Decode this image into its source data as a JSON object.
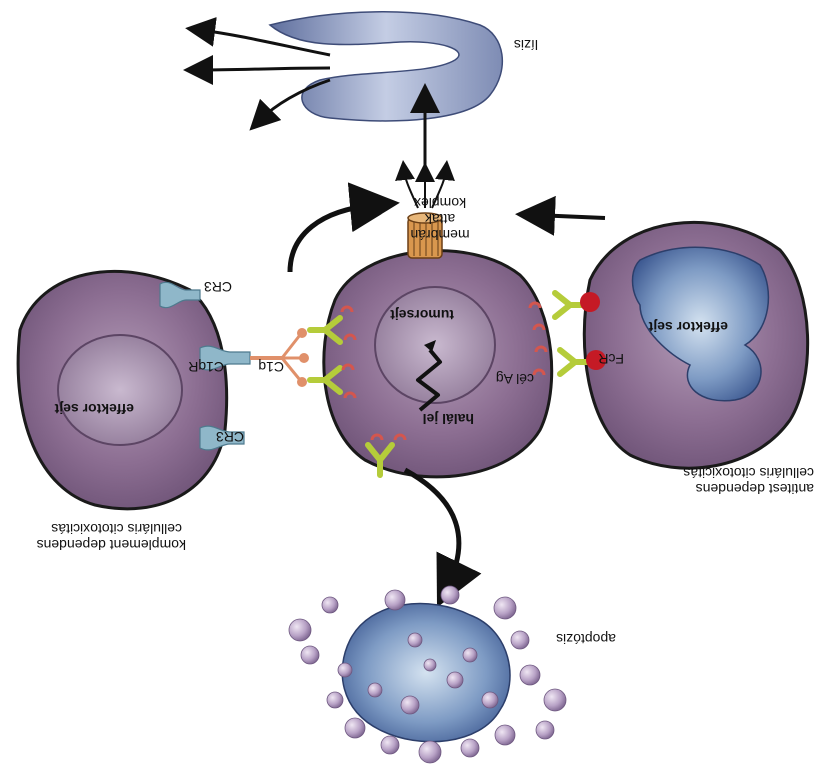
{
  "labels": {
    "lysis": "lízis",
    "membrane_attack_line1": "membrán",
    "membrane_attack_line2": "attak",
    "membrane_attack_line3": "komplex",
    "tumor_cell": "tumorsejt",
    "target_ag": "cél Ag",
    "death_signal": "halál jel",
    "effector_cell_left": "effektor sejt",
    "effector_cell_right": "effektor sejt",
    "cr3_top": "CR3",
    "cr3_bottom": "CR3",
    "c1qr": "C1qR",
    "c1q": "C1q",
    "fcr": "FcR",
    "complement_line1": "komplement dependens",
    "complement_line2": "celluláris citotoxicitás",
    "antibody_line1": "antitest dependens",
    "antibody_line2": "celluláris citotoxicitás",
    "apoptosis": "apoptózis"
  },
  "colors": {
    "cell_fill": "#8c6e92",
    "cell_border": "#1a1a1a",
    "nucleus_fill": "#a08aa6",
    "antibody": "#b5cc3a",
    "antigen": "#d4564e",
    "fc_receptor": "#c51a25",
    "complement_receptor": "#8fb7c9",
    "c1q": "#e0906a",
    "membrane_attack_complex": "#d9974e",
    "lysis_membrane": "#8693b8",
    "apoptotic_body": "#b8a2c6"
  },
  "icons": [
    "arrow-icon",
    "lightning-icon"
  ]
}
